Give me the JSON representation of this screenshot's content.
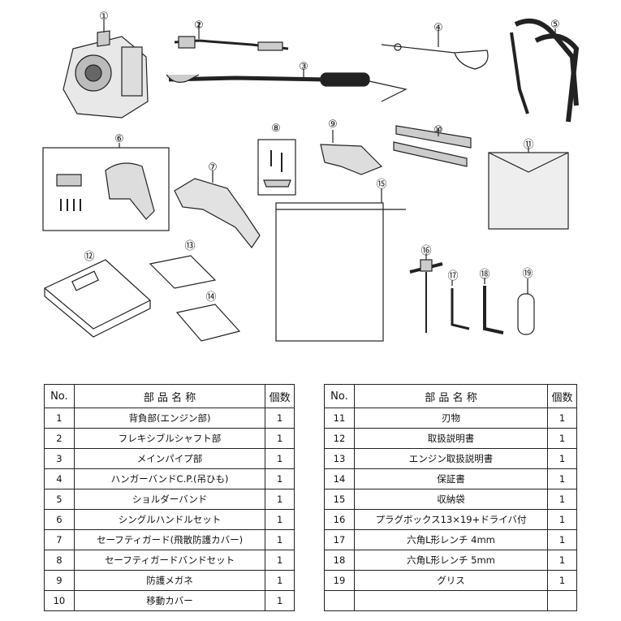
{
  "table_headers": {
    "no": "No.",
    "name": "部 品 名 称",
    "qty": "個数"
  },
  "left_rows": [
    {
      "no": "1",
      "name": "背負部(エンジン部)",
      "qty": "1"
    },
    {
      "no": "2",
      "name": "フレキシブルシャフト部",
      "qty": "1"
    },
    {
      "no": "3",
      "name": "メインパイプ部",
      "qty": "1"
    },
    {
      "no": "4",
      "name": "ハンガーバンドC.P.(吊ひも)",
      "qty": "1"
    },
    {
      "no": "5",
      "name": "ショルダーバンド",
      "qty": "1"
    },
    {
      "no": "6",
      "name": "シングルハンドルセット",
      "qty": "1"
    },
    {
      "no": "7",
      "name": "セーフティガード(飛散防護カバー)",
      "qty": "1"
    },
    {
      "no": "8",
      "name": "セーフティガードバンドセット",
      "qty": "1"
    },
    {
      "no": "9",
      "name": "防護メガネ",
      "qty": "1"
    },
    {
      "no": "10",
      "name": "移動カバー",
      "qty": "1"
    }
  ],
  "right_rows": [
    {
      "no": "11",
      "name": "刃物",
      "qty": "1"
    },
    {
      "no": "12",
      "name": "取扱説明書",
      "qty": "1"
    },
    {
      "no": "13",
      "name": "エンジン取扱説明書",
      "qty": "1"
    },
    {
      "no": "14",
      "name": "保証書",
      "qty": "1"
    },
    {
      "no": "15",
      "name": "収納袋",
      "qty": "1"
    },
    {
      "no": "16",
      "name": "プラグボックス13×19+ドライバ付",
      "qty": "1"
    },
    {
      "no": "17",
      "name": "六角L形レンチ 4mm",
      "qty": "1"
    },
    {
      "no": "18",
      "name": "六角L形レンチ 5mm",
      "qty": "1"
    },
    {
      "no": "19",
      "name": "グリス",
      "qty": "1"
    },
    {
      "no": "",
      "name": "",
      "qty": ""
    }
  ],
  "callouts": [
    "①",
    "②",
    "③",
    "④",
    "⑤",
    "⑥",
    "⑦",
    "⑧",
    "⑨",
    "⑩",
    "⑪",
    "⑫",
    "⑬",
    "⑭",
    "⑮",
    "⑯",
    "⑰",
    "⑱",
    "⑲"
  ]
}
